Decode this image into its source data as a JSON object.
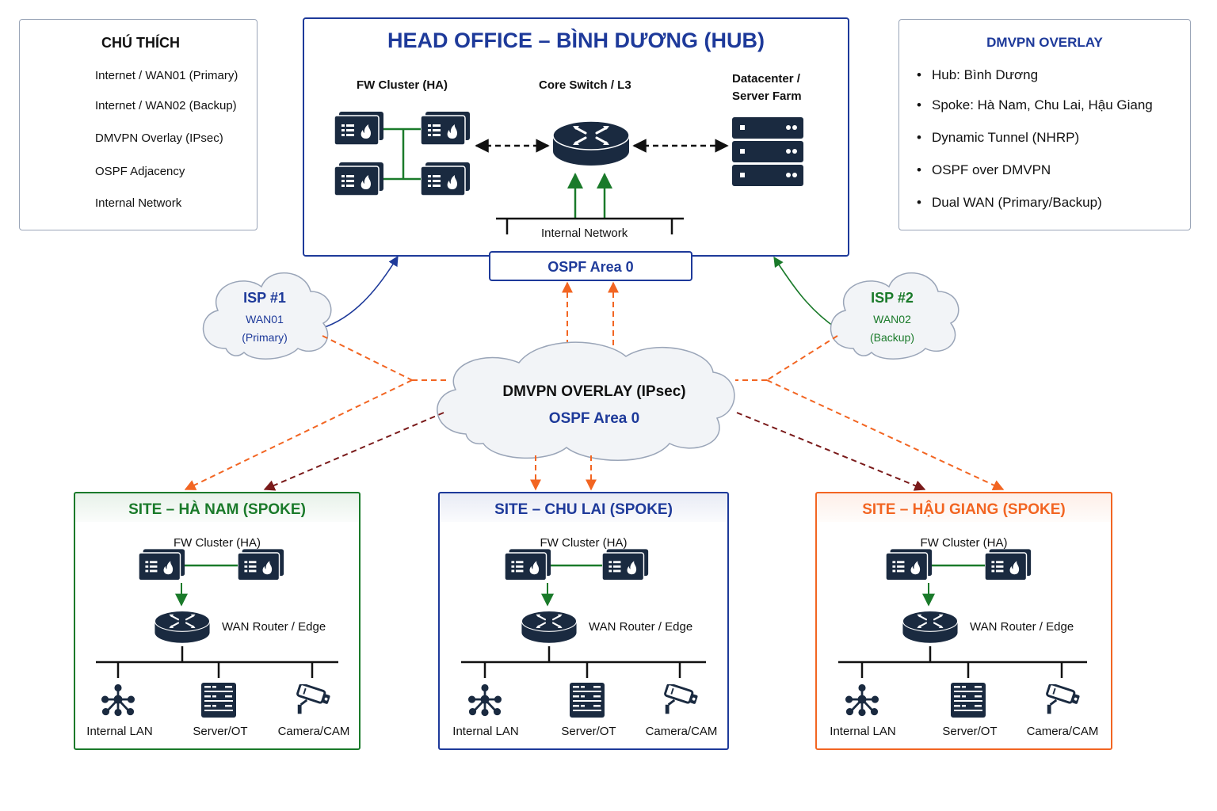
{
  "legend": {
    "title": "CHÚ THÍCH",
    "items": [
      {
        "label": "Internet / WAN01 (Primary)",
        "color": "#1e3a9a",
        "style": "solid"
      },
      {
        "label": "Internet / WAN02 (Backup)",
        "color": "#1a7a2a",
        "style": "solid"
      },
      {
        "label": "DMVPN Overlay (IPsec)",
        "color": "#f26522",
        "style": "dashed"
      },
      {
        "label": "OSPF Adjacency",
        "color": "#7a1a1a",
        "style": "dashed"
      },
      {
        "label": "Internal Network",
        "color": "#111111",
        "style": "solid"
      }
    ]
  },
  "hub": {
    "title": "HEAD OFFICE – BÌNH DƯƠNG (HUB)",
    "fw_label": "FW Cluster (HA)",
    "core_label": "Core Switch / L3",
    "dc_label_line1": "Datacenter /",
    "dc_label_line2": "Server Farm",
    "internal_network": "Internal Network",
    "area_label": "OSPF Area 0"
  },
  "info": {
    "title": "DMVPN OVERLAY",
    "items": [
      "Hub: Bình Dương",
      "Spoke: Hà Nam, Chu Lai, Hậu Giang",
      "Dynamic Tunnel (NHRP)",
      "OSPF over DMVPN",
      "Dual WAN (Primary/Backup)"
    ]
  },
  "isp1": {
    "name": "ISP #1",
    "wan": "WAN01",
    "role": "(Primary)",
    "color": "#1e3a9a"
  },
  "isp2": {
    "name": "ISP #2",
    "wan": "WAN02",
    "role": "(Backup)",
    "color": "#1a7a2a"
  },
  "overlay": {
    "name": "DMVPN OVERLAY (IPsec)",
    "area": "OSPF Area 0"
  },
  "sites": [
    {
      "title": "SITE – HÀ NAM (SPOKE)",
      "color": "#1a7a2a",
      "fw_label": "FW Cluster (HA)",
      "router_label": "WAN Router / Edge",
      "endpoints": [
        "Internal LAN",
        "Server/OT",
        "Camera/CAM"
      ]
    },
    {
      "title": "SITE – CHU LAI (SPOKE)",
      "color": "#1e3a9a",
      "fw_label": "FW Cluster (HA)",
      "router_label": "WAN Router / Edge",
      "endpoints": [
        "Internal LAN",
        "Server/OT",
        "Camera/CAM"
      ]
    },
    {
      "title": "SITE – HẬU GIANG (SPOKE)",
      "color": "#f26522",
      "fw_label": "FW Cluster (HA)",
      "router_label": "WAN Router / Edge",
      "endpoints": [
        "Internal LAN",
        "Server/OT",
        "Camera/CAM"
      ]
    }
  ]
}
